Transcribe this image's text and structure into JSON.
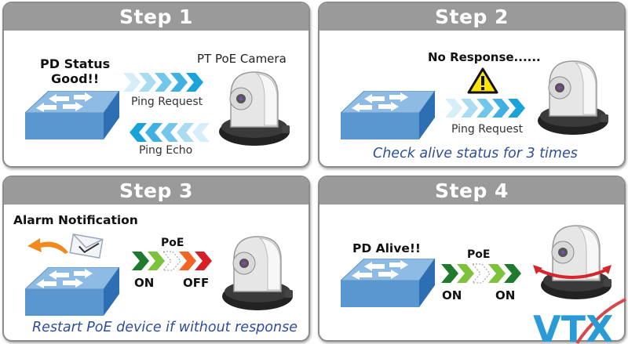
{
  "steps": [
    {
      "title": "Step 1",
      "status_text": "PD Status Good!!",
      "status_line1": "PD Status",
      "status_line2": "Good!!",
      "device_label": "PT PoE Camera",
      "forward_label": "Ping Request",
      "back_label": "Ping Echo"
    },
    {
      "title": "Step 2",
      "status_text": "No Response......",
      "forward_label": "Ping Request",
      "caption": "Check alive status for 3 times"
    },
    {
      "title": "Step 3",
      "status_text": "Alarm Notification",
      "poe_label": "PoE",
      "left_state": "ON",
      "right_state": "OFF",
      "caption": "Restart PoE device if without response"
    },
    {
      "title": "Step 4",
      "status_text": "PD Alive!!",
      "poe_label": "PoE",
      "left_state": "ON",
      "right_state": "ON"
    }
  ],
  "icons": {
    "switch": "network-switch-icon",
    "camera": "ptz-camera-icon",
    "warning": "warning-triangle-icon",
    "mail": "envelope-icon",
    "return": "curved-arrow-icon",
    "rotate": "rotation-arrow-icon"
  },
  "colors": {
    "header": "#9a9a9a",
    "switch_top": "#8ebbe3",
    "switch_front": "#5a97d0",
    "switch_side": "#2e6fb4",
    "ping_arrow": "#1aa3d9",
    "poe_dark_green": "#1f7a2e",
    "poe_light_green": "#7cc23a",
    "poe_orange": "#f26522",
    "poe_red": "#d71f26",
    "caption_blue": "#2e4d9c"
  },
  "watermark": "VTX"
}
